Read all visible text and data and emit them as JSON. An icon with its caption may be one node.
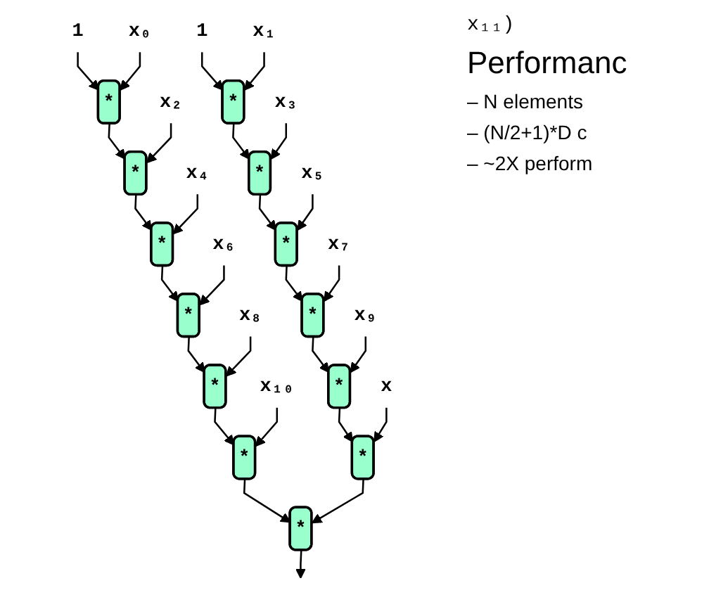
{
  "diagram": {
    "nodes": [
      {
        "text": [
          "1"
        ]
      },
      {
        "text": [
          "x₀"
        ]
      },
      {
        "text": [
          "*"
        ]
      },
      {
        "text": [
          "1"
        ]
      },
      {
        "text": [
          "x₁"
        ]
      },
      {
        "text": [
          "*"
        ]
      },
      {
        "text": [
          "x₂"
        ]
      },
      {
        "text": [
          "x₃"
        ]
      },
      {
        "text": [
          "*"
        ]
      },
      {
        "text": [
          "*"
        ]
      },
      {
        "text": [
          "x₄"
        ]
      },
      {
        "text": [
          "x₅"
        ]
      },
      {
        "text": [
          "*"
        ]
      },
      {
        "text": [
          "*"
        ]
      },
      {
        "text": [
          "x₆"
        ]
      },
      {
        "text": [
          "x₇"
        ]
      },
      {
        "text": [
          "*"
        ]
      },
      {
        "text": [
          "*"
        ]
      },
      {
        "text": [
          "x₈"
        ]
      },
      {
        "text": [
          "x₉"
        ]
      },
      {
        "text": [
          "*"
        ]
      },
      {
        "text": [
          "*"
        ]
      },
      {
        "text": [
          "x₁₀"
        ]
      },
      {
        "text": [
          "x"
        ]
      },
      {
        "text": [
          "*"
        ]
      },
      {
        "text": [
          "*"
        ]
      },
      {
        "text": [
          "*"
        ]
      }
    ],
    "edges": [
      {
        "from": 0,
        "to": 2,
        "arrow": "to"
      },
      {
        "from": 1,
        "to": 2,
        "arrow": "to"
      },
      {
        "from": 3,
        "to": 5,
        "arrow": "to"
      },
      {
        "from": 4,
        "to": 5,
        "arrow": "to"
      },
      {
        "from": 2,
        "to": 8,
        "arrow": "to"
      },
      {
        "from": 6,
        "to": 8,
        "arrow": "to"
      },
      {
        "from": 5,
        "to": 9,
        "arrow": "to"
      },
      {
        "from": 7,
        "to": 9,
        "arrow": "to"
      },
      {
        "from": 8,
        "to": 12,
        "arrow": "to"
      },
      {
        "from": 10,
        "to": 12,
        "arrow": "to"
      },
      {
        "from": 9,
        "to": 13,
        "arrow": "to"
      },
      {
        "from": 11,
        "to": 13,
        "arrow": "to"
      },
      {
        "from": 12,
        "to": 16,
        "arrow": "to"
      },
      {
        "from": 14,
        "to": 16,
        "arrow": "to"
      },
      {
        "from": 13,
        "to": 17,
        "arrow": "to"
      },
      {
        "from": 15,
        "to": 17,
        "arrow": "to"
      },
      {
        "from": 16,
        "to": 20,
        "arrow": "to"
      },
      {
        "from": 18,
        "to": 20,
        "arrow": "to"
      },
      {
        "from": 17,
        "to": 21,
        "arrow": "to"
      },
      {
        "from": 19,
        "to": 21,
        "arrow": "to"
      },
      {
        "from": 20,
        "to": 24,
        "arrow": "to"
      },
      {
        "from": 22,
        "to": 24,
        "arrow": "to"
      },
      {
        "from": 21,
        "to": 25,
        "arrow": "to"
      },
      {
        "from": 23,
        "to": 25,
        "arrow": "to"
      },
      {
        "from": 24,
        "to": 26,
        "arrow": "to"
      },
      {
        "from": 25,
        "to": 26,
        "arrow": "to"
      },
      {
        "from": 26,
        "to": null,
        "arrow": "to"
      }
    ],
    "labels": [
      "x₁₁)",
      "Performanc",
      "– N elements",
      "– (N/2+1)*D c",
      "– ~2X perform"
    ]
  }
}
